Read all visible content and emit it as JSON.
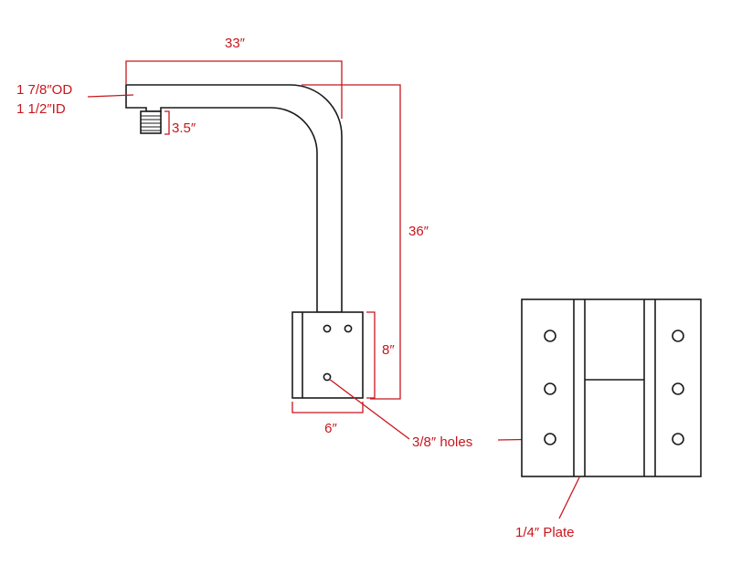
{
  "labels": {
    "width_33": "33″",
    "outer_diameter": "1 7/8″OD",
    "inner_diameter": "1 1/2″ID",
    "thread_length": "3.5″",
    "height_36": "36″",
    "plate_height": "8″",
    "plate_width": "6″",
    "holes": "3/8″ holes",
    "plate_thickness": "1/4″ Plate"
  },
  "colors": {
    "dimension": "#c8161d",
    "outline": "#1a1a1a",
    "background": "#ffffff"
  }
}
